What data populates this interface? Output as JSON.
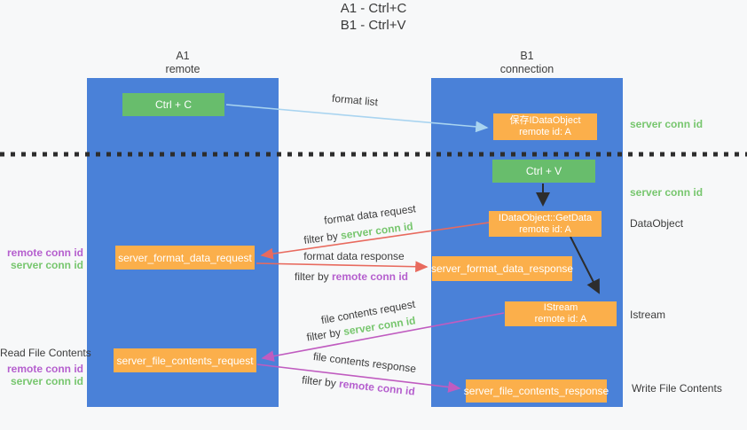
{
  "title": {
    "line1": "A1 - Ctrl+C",
    "line2": "B1 - Ctrl+V"
  },
  "lifelines": {
    "a1": {
      "name": "A1",
      "subtitle": "remote"
    },
    "b1": {
      "name": "B1",
      "subtitle": "connection"
    }
  },
  "nodes": {
    "ctrl_c": {
      "label": "Ctrl + C"
    },
    "ctrl_v": {
      "label": "Ctrl + V"
    },
    "save_idataobject": {
      "line1": "保存IDataObject",
      "line2": "remote id: A"
    },
    "idataobject_getdata": {
      "line1": "IDataObject::GetData",
      "line2": "remote id: A"
    },
    "istream": {
      "line1": "IStream",
      "line2": "remote id: A"
    },
    "server_format_data_request": {
      "label": "server_format_data_request"
    },
    "server_format_data_response": {
      "label": "server_format_data_response"
    },
    "server_file_contents_request": {
      "label": "server_file_contents_request"
    },
    "server_file_contents_response": {
      "label": "server_file_contents_response"
    }
  },
  "arrows": {
    "format_list": {
      "label": "format list"
    },
    "format_data_request": {
      "label": "format data request",
      "filter": {
        "prefix": "filter by ",
        "key": "server conn id"
      }
    },
    "format_data_response": {
      "label": "format data response",
      "filter": {
        "prefix": "filter by ",
        "key": "remote conn id"
      }
    },
    "file_contents_request": {
      "label": "file contents request",
      "filter": {
        "prefix": "filter by ",
        "key": "server conn id"
      }
    },
    "file_contents_response": {
      "label": "file contents response",
      "filter": {
        "prefix": "filter by ",
        "key": "remote conn id"
      }
    }
  },
  "side_labels": {
    "server_conn_id_top": "server conn id",
    "server_conn_id_mid": "server conn id",
    "dataobject": "DataObject",
    "istream": "Istream",
    "read_file_contents": "Read File Contents",
    "write_file_contents": "Write File Contents",
    "format_remote_conn_id": "remote conn id",
    "format_server_conn_id": "server conn id",
    "file_remote_conn_id": "remote conn id",
    "file_server_conn_id": "server conn id"
  },
  "colors": {
    "background": "#f7f8f9",
    "lifeline_blue": "#4a81d8",
    "box_orange": "#fbaf4b",
    "box_green": "#68bd6c",
    "text_green": "#77c66e",
    "text_purple": "#b55fce",
    "arrow_red": "#e86a5e",
    "arrow_magenta": "#c05cc0",
    "arrow_lightblue": "#a9d4f0",
    "arrow_black": "#2d2d2d"
  }
}
